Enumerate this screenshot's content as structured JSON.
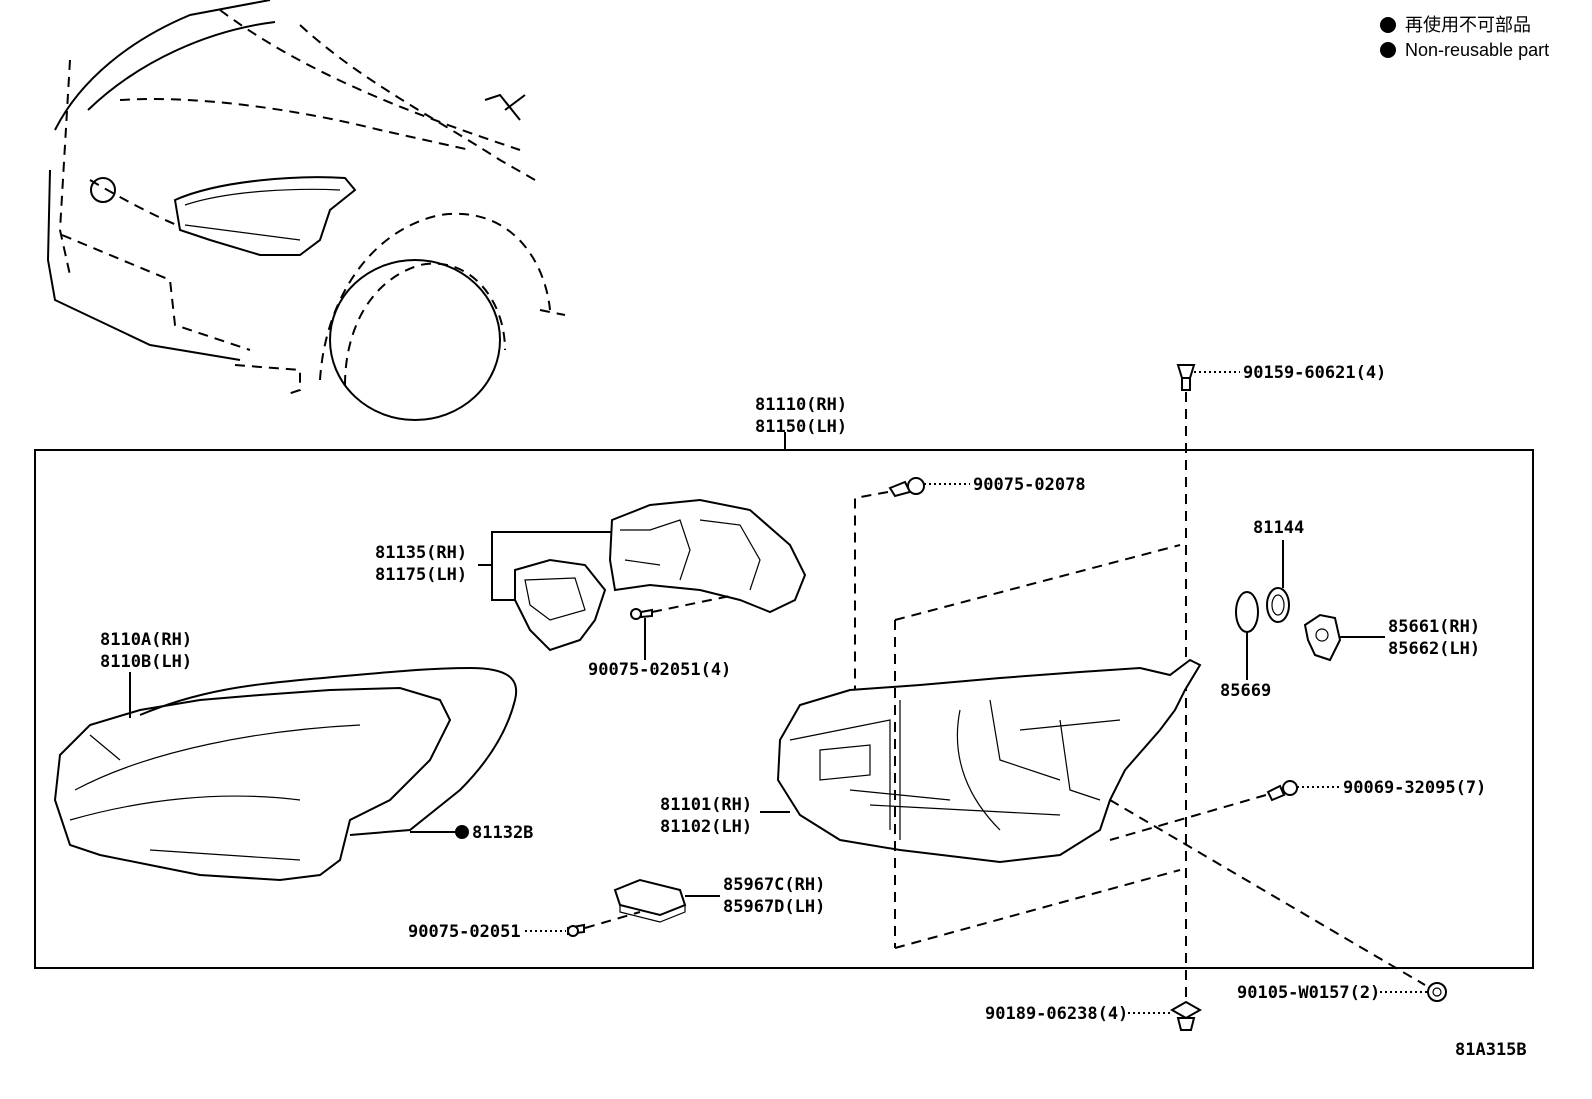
{
  "legend": {
    "jp": "再使用不可部品",
    "en": "Non-reusable part"
  },
  "labels": {
    "bolt_top": "90159-60621(4)",
    "assy_rh": "81110(RH)",
    "assy_lh": "81150(LH)",
    "screw_top": "90075-02078",
    "ext_rh": "81135(RH)",
    "ext_lh": "81175(LH)",
    "screw_ext": "90075-02051(4)",
    "lens_rh": "8110A(RH)",
    "lens_lh": "8110B(LH)",
    "gasket": "81132B",
    "housing_rh": "81101(RH)",
    "housing_lh": "81102(LH)",
    "ecu_rh": "85967C(RH)",
    "ecu_lh": "85967D(LH)",
    "screw_ecu": "90075-02051",
    "cap": "81144",
    "oring": "85669",
    "motor_rh": "85661(RH)",
    "motor_lh": "85662(LH)",
    "screw_side": "90069-32095(7)",
    "nut_bottom": "90189-06238(4)",
    "clip": "90105-W0157(2)",
    "diagram_code": "81A315B"
  }
}
